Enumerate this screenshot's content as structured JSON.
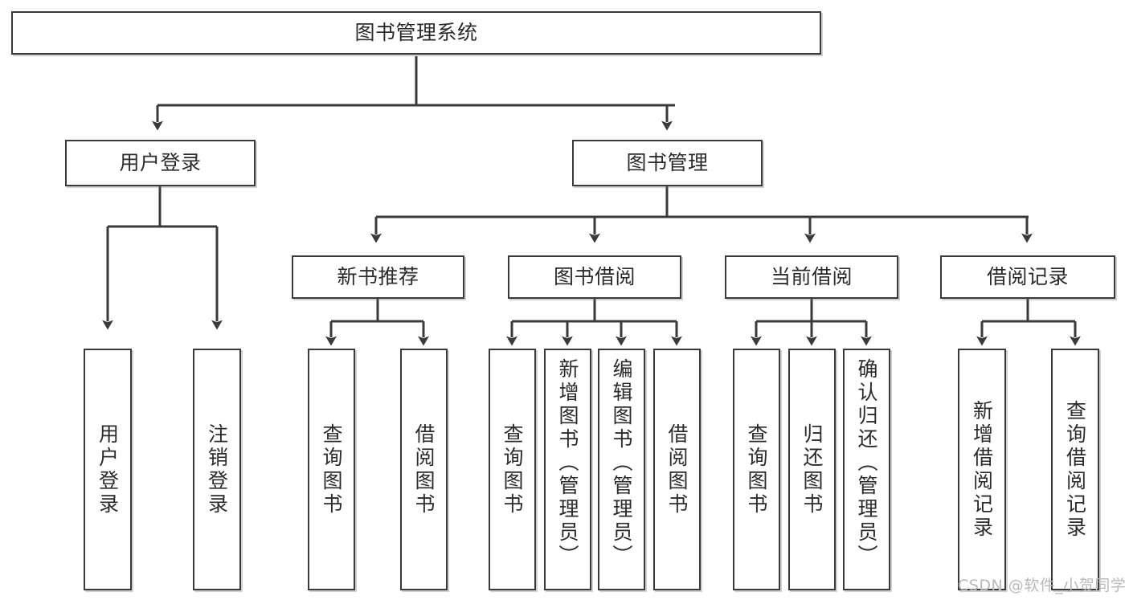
{
  "diagram": {
    "title": "图书管理系统",
    "type": "tree-hierarchy",
    "levels": 4,
    "colors": {
      "stroke": "#3a3a3a",
      "fill": "#ffffff",
      "text": "#2b2b2b",
      "watermark": "#b9b9b9"
    },
    "root": {
      "id": "root",
      "label": "图书管理系统"
    },
    "level2": [
      {
        "id": "user-login",
        "label": "用户登录"
      },
      {
        "id": "book-manage",
        "label": "图书管理"
      }
    ],
    "level3": [
      {
        "id": "new-book-rec",
        "label": "新书推荐",
        "parent": "book-manage"
      },
      {
        "id": "book-borrow",
        "label": "图书借阅",
        "parent": "book-manage"
      },
      {
        "id": "current-borrow",
        "label": "当前借阅",
        "parent": "book-manage"
      },
      {
        "id": "borrow-record",
        "label": "借阅记录",
        "parent": "book-manage"
      }
    ],
    "leaves": [
      {
        "id": "leaf-user-login",
        "label": "用户登录",
        "parent": "user-login"
      },
      {
        "id": "leaf-user-logout",
        "label": "注销登录",
        "parent": "user-login"
      },
      {
        "id": "leaf-query-book-1",
        "label": "查询图书",
        "parent": "new-book-rec"
      },
      {
        "id": "leaf-borrow-book-1",
        "label": "借阅图书",
        "parent": "new-book-rec"
      },
      {
        "id": "leaf-query-book-2",
        "label": "查询图书",
        "parent": "book-borrow"
      },
      {
        "id": "leaf-add-book",
        "label": "新增图书（管理员）",
        "parent": "book-borrow"
      },
      {
        "id": "leaf-edit-book",
        "label": "编辑图书（管理员）",
        "parent": "book-borrow"
      },
      {
        "id": "leaf-borrow-book-2",
        "label": "借阅图书",
        "parent": "book-borrow"
      },
      {
        "id": "leaf-query-book-3",
        "label": "查询图书",
        "parent": "current-borrow"
      },
      {
        "id": "leaf-return-book",
        "label": "归还图书",
        "parent": "current-borrow"
      },
      {
        "id": "leaf-confirm-return",
        "label": "确认归还（管理员）",
        "parent": "current-borrow"
      },
      {
        "id": "leaf-add-record",
        "label": "新增借阅记录",
        "parent": "borrow-record"
      },
      {
        "id": "leaf-query-record",
        "label": "查询借阅记录",
        "parent": "borrow-record"
      }
    ]
  },
  "watermark": {
    "text": "CSDN @软件_小贺同学"
  }
}
